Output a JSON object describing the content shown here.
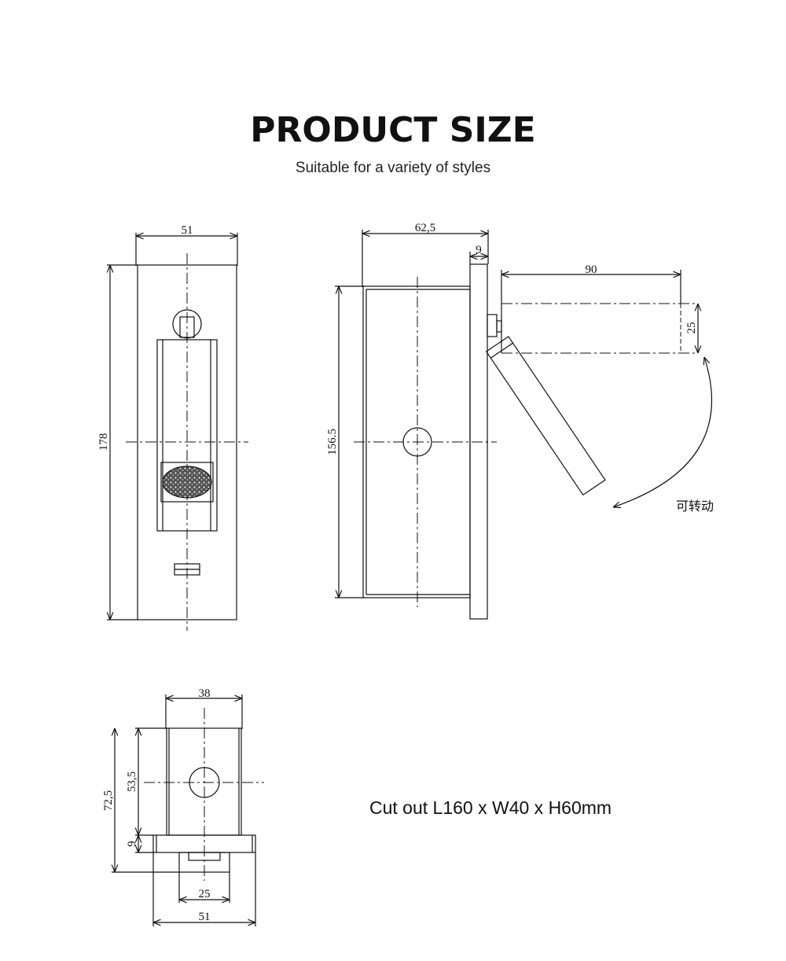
{
  "header": {
    "title": "PRODUCT SIZE",
    "subtitle": "Suitable for a variety of styles"
  },
  "front_view": {
    "width_label": "51",
    "height_label": "178"
  },
  "side_view": {
    "depth_label": "62,5",
    "plate_label": "9",
    "arm_length_label": "90",
    "arm_diameter_label": "25",
    "height_label": "156.5",
    "rotate_note": "可转动"
  },
  "bottom_view": {
    "body_width_label": "38",
    "body_height_label": "53,5",
    "total_height_label": "72,5",
    "plate_label": "9",
    "knob_width_label": "25",
    "plate_width_label": "51"
  },
  "note": {
    "cutout": "Cut out L160 x W40 x H60mm"
  }
}
